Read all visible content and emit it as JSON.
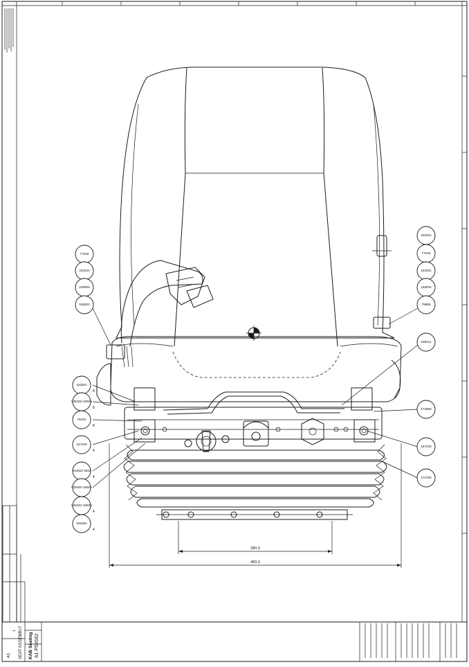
{
  "balloons_left": [
    {
      "ref": "77048",
      "qty": ""
    },
    {
      "ref": "152634",
      "qty": ""
    },
    {
      "ref": "159006",
      "qty": ""
    },
    {
      "ref": "158020",
      "qty": ""
    },
    {
      "ref": "152501",
      "qty": "8"
    },
    {
      "ref": "535300 20806",
      "qty": "8"
    },
    {
      "ref": "76315",
      "qty": "8"
    },
    {
      "ref": "167345",
      "qty": "4"
    },
    {
      "ref": "534822 0831",
      "qty": "4"
    },
    {
      "ref": "535300 20806",
      "qty": ""
    },
    {
      "ref": "535302 20806",
      "qty": "4"
    },
    {
      "ref": "536384",
      "qty": "4"
    }
  ],
  "balloons_right": [
    {
      "ref": "202461",
      "qty": ""
    },
    {
      "ref": "77046",
      "qty": ""
    },
    {
      "ref": "152634",
      "qty": ""
    },
    {
      "ref": "159034",
      "qty": ""
    },
    {
      "ref": "79889",
      "qty": ""
    },
    {
      "ref": "158211",
      "qty": ""
    },
    {
      "ref": "172880",
      "qty": ""
    },
    {
      "ref": "167348",
      "qty": ""
    },
    {
      "ref": "172780",
      "qty": ""
    }
  ],
  "dimensions": {
    "inner": "280.0",
    "outer": "460.0"
  },
  "title_block": {
    "brand": "KAB Seating",
    "title": "SEAT ASSEMBLY",
    "drawing_no": "A1 P59S62",
    "sheet": "A3",
    "issue": "1"
  }
}
